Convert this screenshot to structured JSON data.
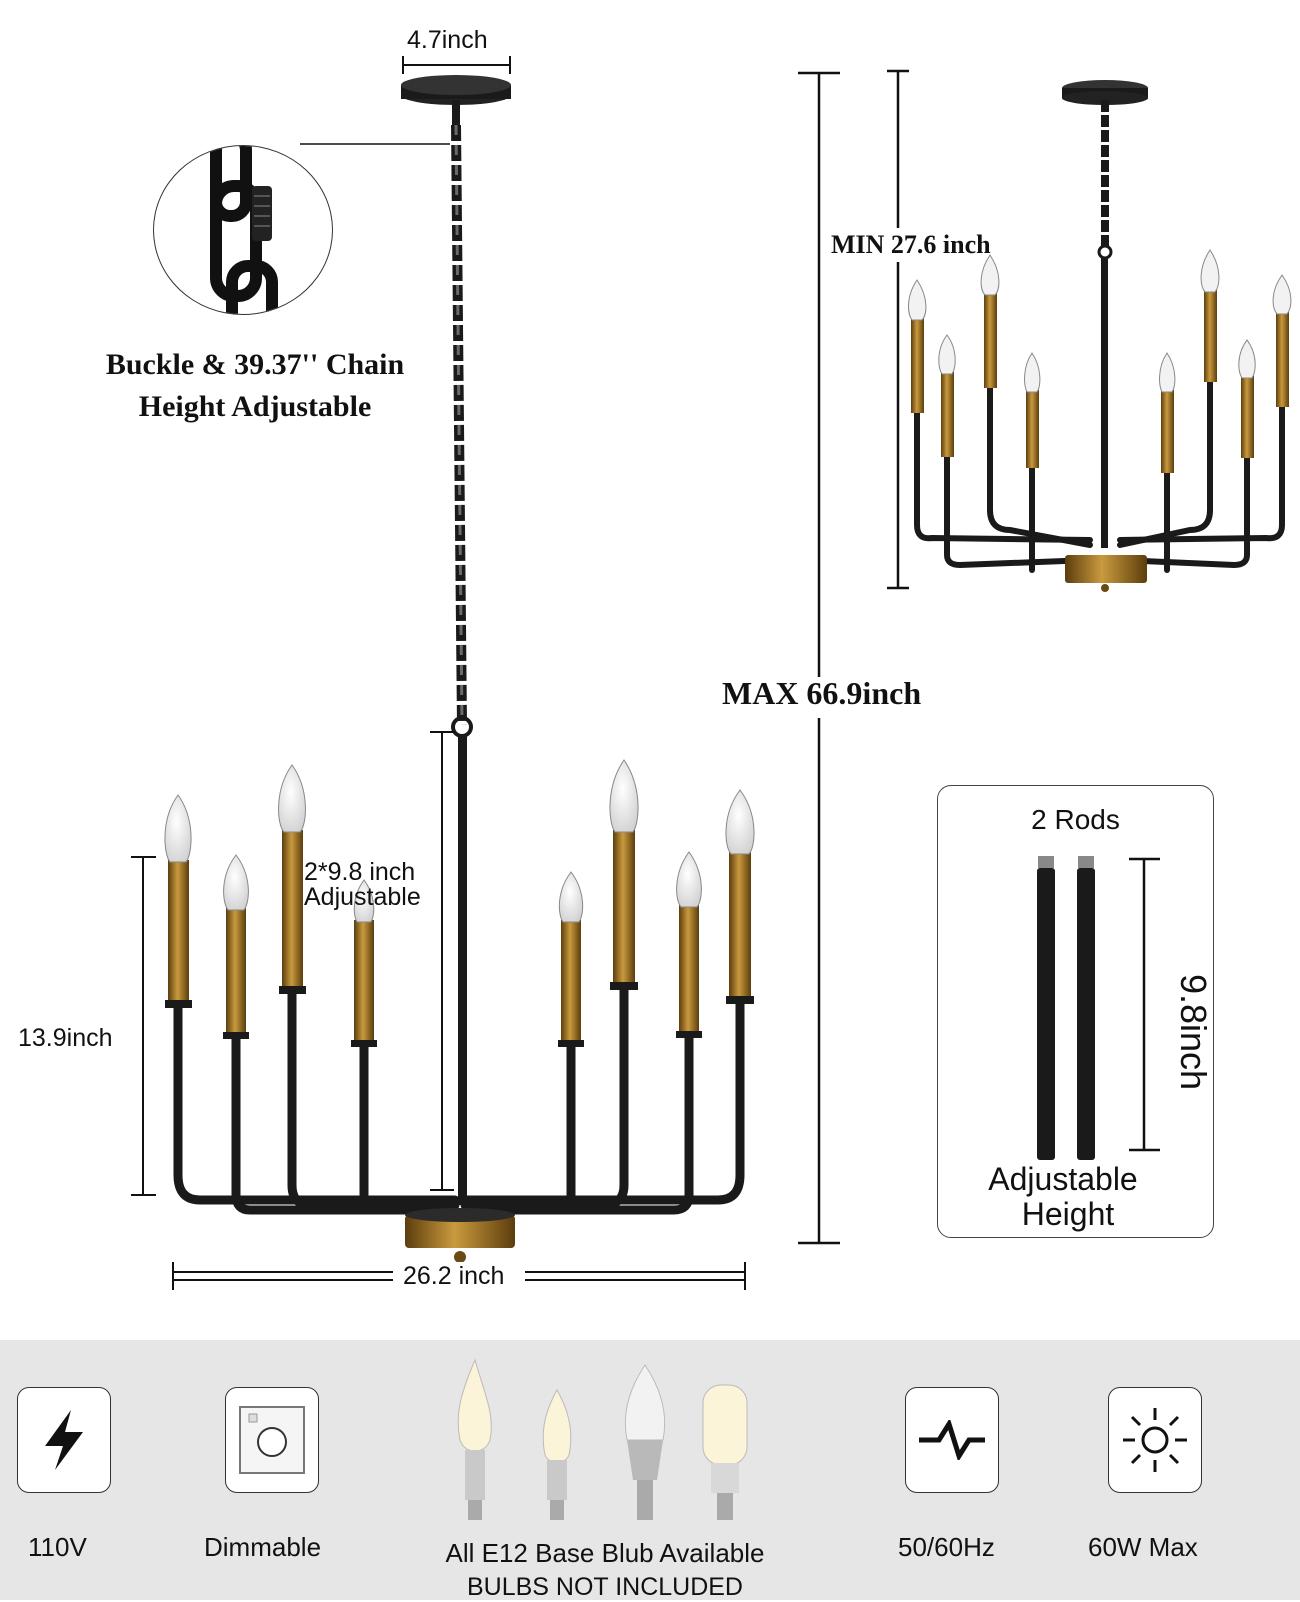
{
  "top_width": "4.7inch",
  "chain_note": {
    "line1": "Buckle & 39.37'' Chain",
    "line2": "Height Adjustable"
  },
  "min_height": "MIN 27.6 inch",
  "max_height": "MAX 66.9inch",
  "rod_adjust": {
    "line1": "2*9.8 inch",
    "line2": "Adjustable"
  },
  "fixture_height": "13.9inch",
  "fixture_width": "26.2 inch",
  "rods_box": {
    "title": "2 Rods",
    "length": "9.8inch",
    "line1": "Adjustable",
    "line2": "Height"
  },
  "colors": {
    "black": "#1a1a1a",
    "gold": "#9a6b1c",
    "footer_bg": "#e6e6e6"
  },
  "features": [
    {
      "icon": "lightning-icon",
      "label": "110V"
    },
    {
      "icon": "dimmer-switch-icon",
      "label": "Dimmable"
    },
    {
      "icon": "pulse-wave-icon",
      "label": "50/60Hz"
    },
    {
      "icon": "sun-icon",
      "label": "60W Max"
    }
  ],
  "bulbs": {
    "line1": "All E12 Base Blub Available",
    "line2": "BULBS NOT INCLUDED"
  }
}
